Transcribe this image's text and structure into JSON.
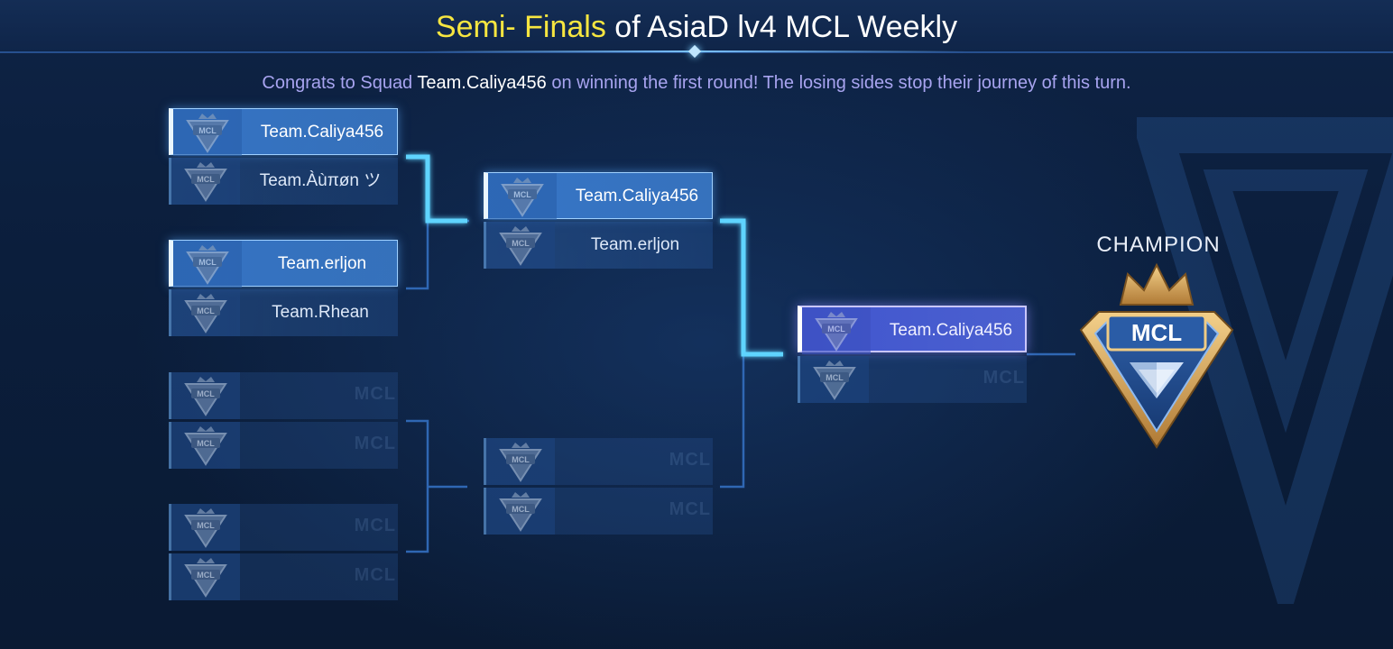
{
  "header": {
    "title_highlight": "Semi- Finals",
    "title_rest": " of AsiaD lv4 MCL Weekly"
  },
  "subtitle": {
    "prefix": "Congrats to Squad ",
    "team": "Team.Caliya456",
    "suffix": " on winning the first round! The losing sides stop their journey of this turn."
  },
  "emblem_text": "MCL",
  "round1": [
    {
      "team_a": "Team.Caliya456",
      "team_b": "Team.Àùπøn ツ",
      "winner": "a"
    },
    {
      "team_a": "Team.erljon",
      "team_b": "Team.Rhean",
      "winner": "a"
    },
    {
      "team_a": "",
      "team_b": "",
      "winner": ""
    },
    {
      "team_a": "",
      "team_b": "",
      "winner": ""
    }
  ],
  "round2": [
    {
      "team_a": "Team.Caliya456",
      "team_b": "Team.erljon",
      "winner": "a"
    },
    {
      "team_a": "",
      "team_b": "",
      "winner": ""
    }
  ],
  "final": {
    "team_a": "Team.Caliya456",
    "team_b": "",
    "winner": "a"
  },
  "champion": {
    "label": "CHAMPION",
    "emblem_text": "MCL"
  },
  "colors": {
    "title_highlight": "#f7e640",
    "subtitle_text": "#a8a4f0",
    "winner_line": "#5fd4ff",
    "trophy_gold": "#e0b062"
  }
}
